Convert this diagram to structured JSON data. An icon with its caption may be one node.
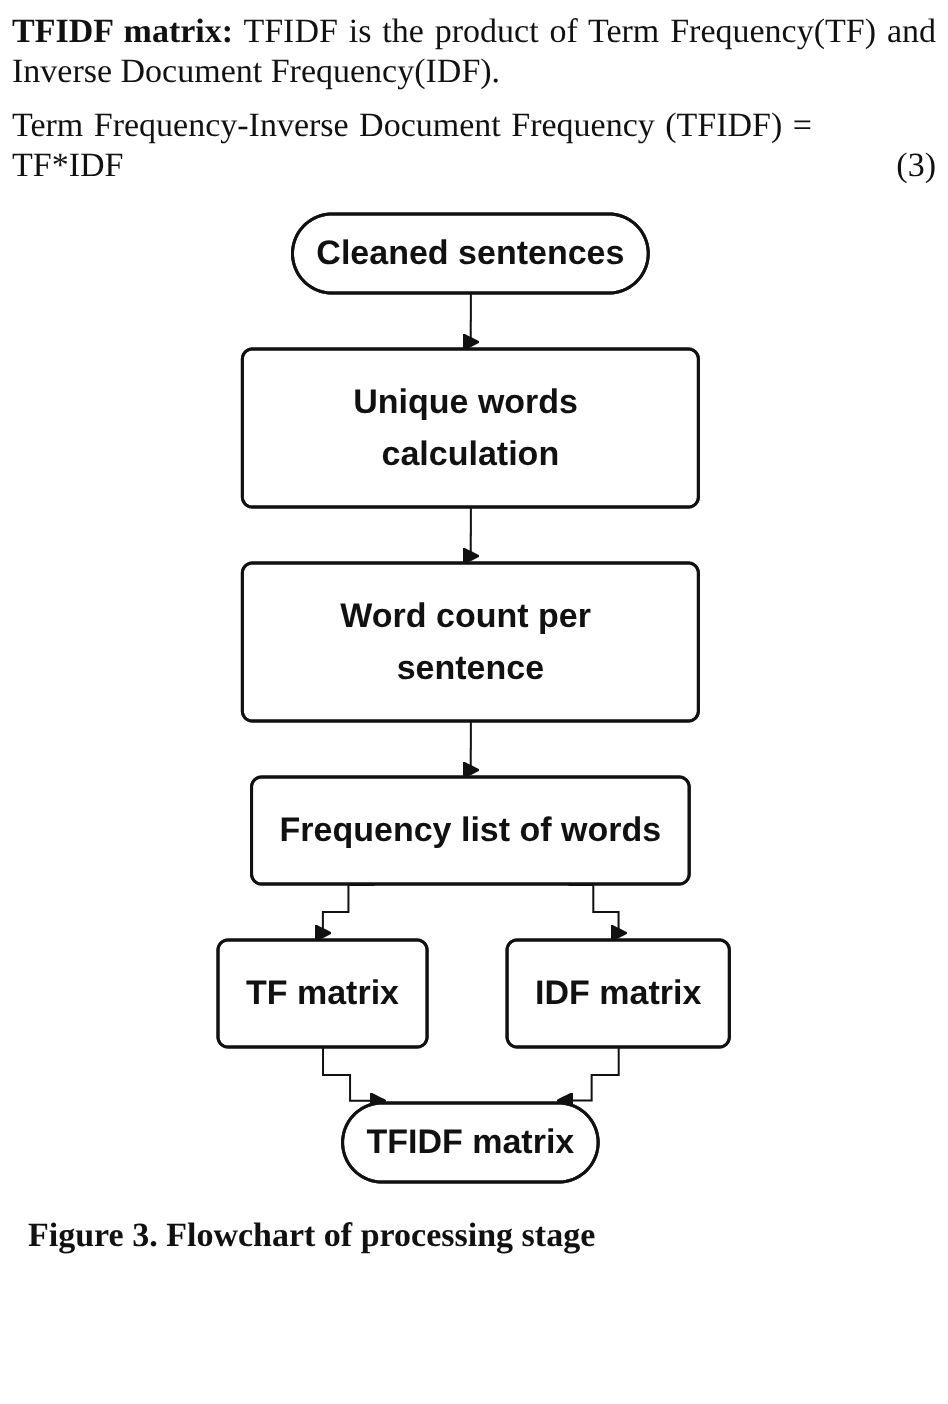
{
  "diagram": {
    "caption": "Figure 3. Flowchart of processing stage",
    "nodes": [
      {
        "text": [
          "Cleaned sentences"
        ]
      },
      {
        "text": [
          "Unique words calculation"
        ]
      },
      {
        "text": [
          "Word count per sentence"
        ]
      },
      {
        "text": [
          "Frequency list of words"
        ]
      },
      {
        "text": [
          "TF matrix"
        ]
      },
      {
        "text": [
          "IDF matrix"
        ]
      },
      {
        "text": [
          "TFIDF matrix"
        ]
      }
    ],
    "edges": [
      {
        "from": 0,
        "to": 1,
        "arrow": "to"
      },
      {
        "from": 1,
        "to": 2,
        "arrow": "to"
      },
      {
        "from": 2,
        "to": 3,
        "arrow": "to"
      },
      {
        "from": 3,
        "to": 4,
        "arrow": "to"
      },
      {
        "from": 3,
        "to": 5,
        "arrow": "to"
      },
      {
        "from": 4,
        "to": 6,
        "arrow": "to"
      },
      {
        "from": 5,
        "to": 6,
        "arrow": "to"
      }
    ],
    "labels": [
      "**TFIDF matrix:** TFIDF is the product of Term Frequency(TF) and Inverse Document Frequency(IDF).",
      "Term Frequency-Inverse Document Frequency (TFIDF) = TF*IDF",
      "(3)"
    ]
  }
}
